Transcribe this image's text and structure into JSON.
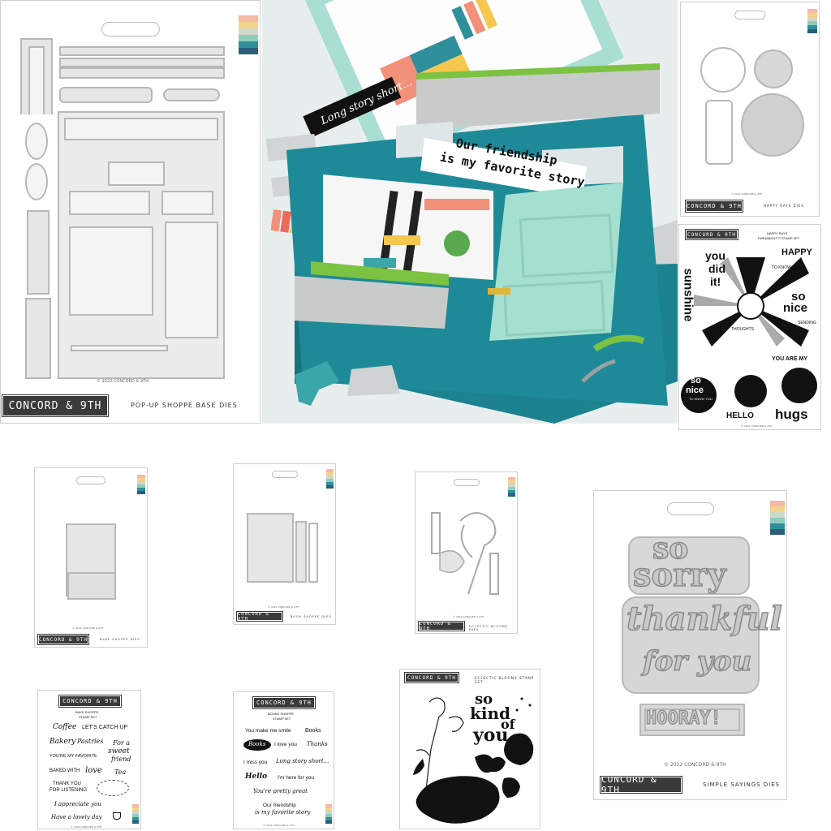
{
  "brand": "CONCORD & 9TH",
  "stripe_colors": [
    "#f3b9a5",
    "#f5d28a",
    "#cfd8c8",
    "#8fcdbd",
    "#2f8f9a",
    "#2c5d7a"
  ],
  "popup": {
    "copyright": "© 2022 CONCORD & 9TH",
    "product": "POP-UP SHOPPE BASE DIES"
  },
  "hero": {
    "sign_line1": "Our friendship",
    "sign_line2": "is my favorite story",
    "banner": "Long story short..."
  },
  "happy_rays_dies": {
    "copyright": "© 2022 CONCORD & 9TH",
    "product": "HAPPY RAYS DIES"
  },
  "happy_rays_stamps": {
    "title1": "HAPPY RAYS",
    "title2": "TURNABOUT™ STAMP SET",
    "you": "you",
    "did": "did",
    "it": "it!",
    "happy": "HAPPY",
    "to_know_you": "TO KNOW YOU",
    "sunshine": "sunshine",
    "so": "so",
    "nice": "nice",
    "thoughts": "THOUGHTS",
    "sending": "SENDING",
    "you_are_my": "YOU ARE MY",
    "so2": "so",
    "nice2": "nice",
    "to_know_you2": "TO KNOW YOU",
    "hello": "HELLO",
    "hugs": "hugs",
    "copyright": "© 2022 CONCORD & 9TH"
  },
  "bake_dies": {
    "copyright": "© 2022 CONCORD & 9TH",
    "product": "BAKE SHOPPE DIES"
  },
  "book_dies": {
    "copyright": "© 2022 CONCORD & 9TH",
    "product": "BOOK SHOPPE DIES"
  },
  "eclectic_dies": {
    "copyright": "© 2022 CONCORD & 9TH",
    "product": "ECLECTIC BLOOMS DIES"
  },
  "simple_sayings": {
    "so": "so",
    "sorry": "sorry",
    "thankful": "thankful",
    "for_you": "for you",
    "hooray": "HOORAY!",
    "copyright": "© 2022 CONCORD & 9TH",
    "product": "SIMPLE SAYINGS DIES"
  },
  "bake_stamps": {
    "title1": "BAKE SHOPPE",
    "title2": "STAMP SET",
    "coffee": "Coffee",
    "lets_catch_up": "LET'S CATCH UP",
    "bakery": "Bakery",
    "pastries": "Pastries",
    "for_a": "For a",
    "sweet": "sweet",
    "friend": "friend",
    "youre_my_favorite": "YOU'RE MY FAVORITE",
    "baked_with": "BAKED WITH",
    "love": "love",
    "tea": "Tea",
    "thank_you": "THANK YOU",
    "for_listening": "FOR LISTENING",
    "appreciate": "I appreciate you",
    "lovely_day": "Have a lovely day",
    "copyright": "© 2022 CONCORD & 9TH"
  },
  "book_stamps": {
    "title1": "BOOKE SHOPPE",
    "title2": "STAMP SET",
    "you_make_me_smile": "You make me smile",
    "books": "Books",
    "books_tag": "Books",
    "i_love_you": "I love you",
    "thanks": "Thanks",
    "i_miss_you": "I miss you",
    "long_story": "Long story short...",
    "hello": "Hello",
    "im_here": "I'm here for you",
    "pretty_great": "You're pretty great",
    "friendship1": "Our friendship",
    "friendship2": "is my favorite story",
    "copyright": "© 2022 CONCORD & 9TH"
  },
  "eclectic_stamps": {
    "product": "ECLECTIC BLOOMS STAMP SET",
    "so": "so",
    "kind": "kind",
    "of": "of",
    "you": "you"
  }
}
